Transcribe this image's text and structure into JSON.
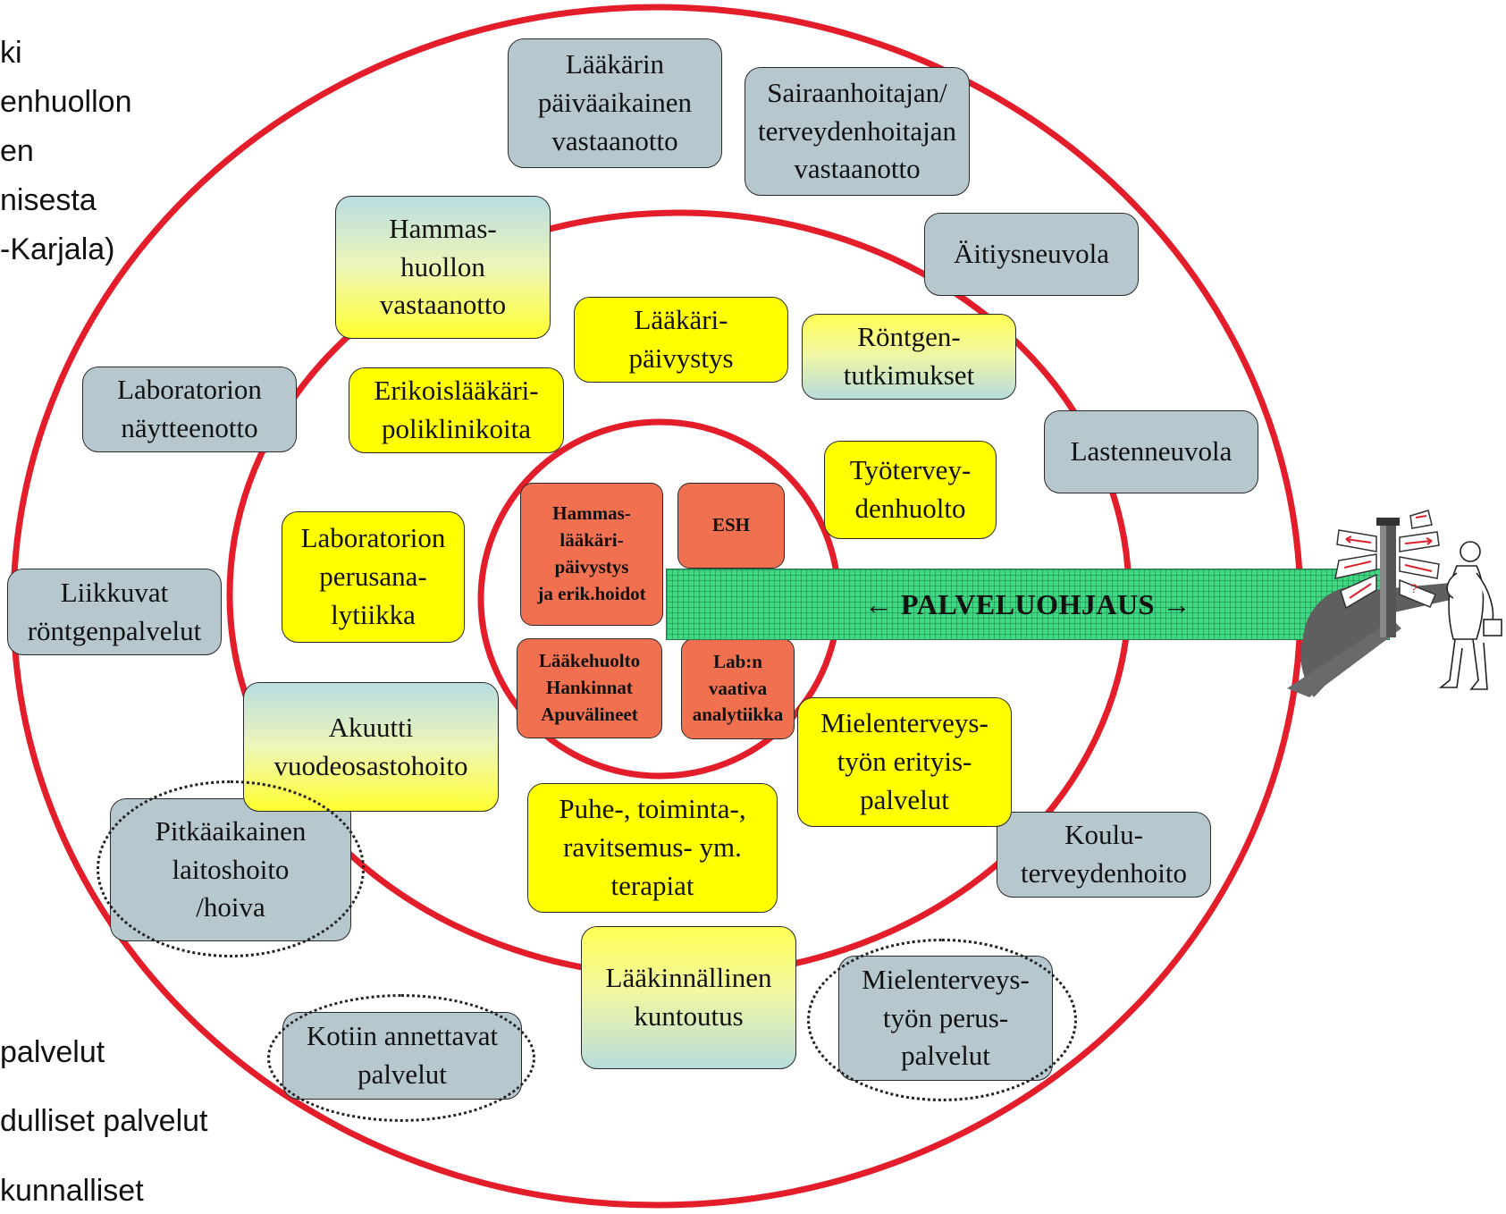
{
  "left_text": {
    "line1": "ki",
    "line2": "enhuollon",
    "line3": "en",
    "line4": "nisesta",
    "line5": "-Karjala)",
    "line6": "palvelut",
    "line7": "dulliset palvelut",
    "line8": "kunnalliset"
  },
  "outer_ring": {
    "doctor_daytime": "Lääkärin\npäiväaikainen\nvastaanotto",
    "nurse": "Sairaanhoitajan/\nterveydenhoitajan\nvastaanotto",
    "maternity": "Äitiysneuvola",
    "child_clinic": "Lastenneuvola",
    "lab_sampling": "Laboratorion\nnäytteenotto",
    "mobile_xray": "Liikkuvat\nröntgenpalvelut",
    "longterm_care": "Pitkäaikainen\nlaitoshoito\n/hoiva",
    "home_services": "Kotiin annettavat\npalvelut",
    "school_health": "Koulu-\nterveydenhoito",
    "mental_basic": "Mielenterveys-\ntyön perus-\npalvelut"
  },
  "middle_ring": {
    "dental": "Hammas-\nhuollon\nvastaanotto",
    "doctor_oncall": "Lääkäri-\npäivystys",
    "xray": "Röntgen-\ntutkimukset",
    "specialist": "Erikoislääkäri-\npoliklinikoita",
    "occupational": "Työtervey-\ndenhuolto",
    "lab_basic": "Laboratorion\nperusana-\nlytiikka",
    "acute_ward": "Akuutti\nvuodeosastohoito",
    "mental_special": "Mielenterveys-\ntyön erityis-\npalvelut",
    "therapies": "Puhe-, toiminta-,\nravitsemus- ym.\nterapiat",
    "rehab": "Lääkinnällinen\nkuntoutus"
  },
  "core": {
    "dental_oncall": "Hammas-\nlääkäri-\npäivystys\nja erik.hoidot",
    "esh": "ESH",
    "pharmacy": "Lääkehuolto\nHankinnat\nApuvälineet",
    "lab_demanding": "Lab:n\nvaativa\nanalytiikka"
  },
  "guidance_bar": "← PALVELUOHJAUS →",
  "colors": {
    "ring": "#e41d2b",
    "grey_box": "#b6c7ce",
    "yellow_box": "#ffff00",
    "core_box": "#f07050",
    "guidance_bar": "#3fd882"
  },
  "icons": {
    "signpost": "signpost-figure-icon"
  }
}
